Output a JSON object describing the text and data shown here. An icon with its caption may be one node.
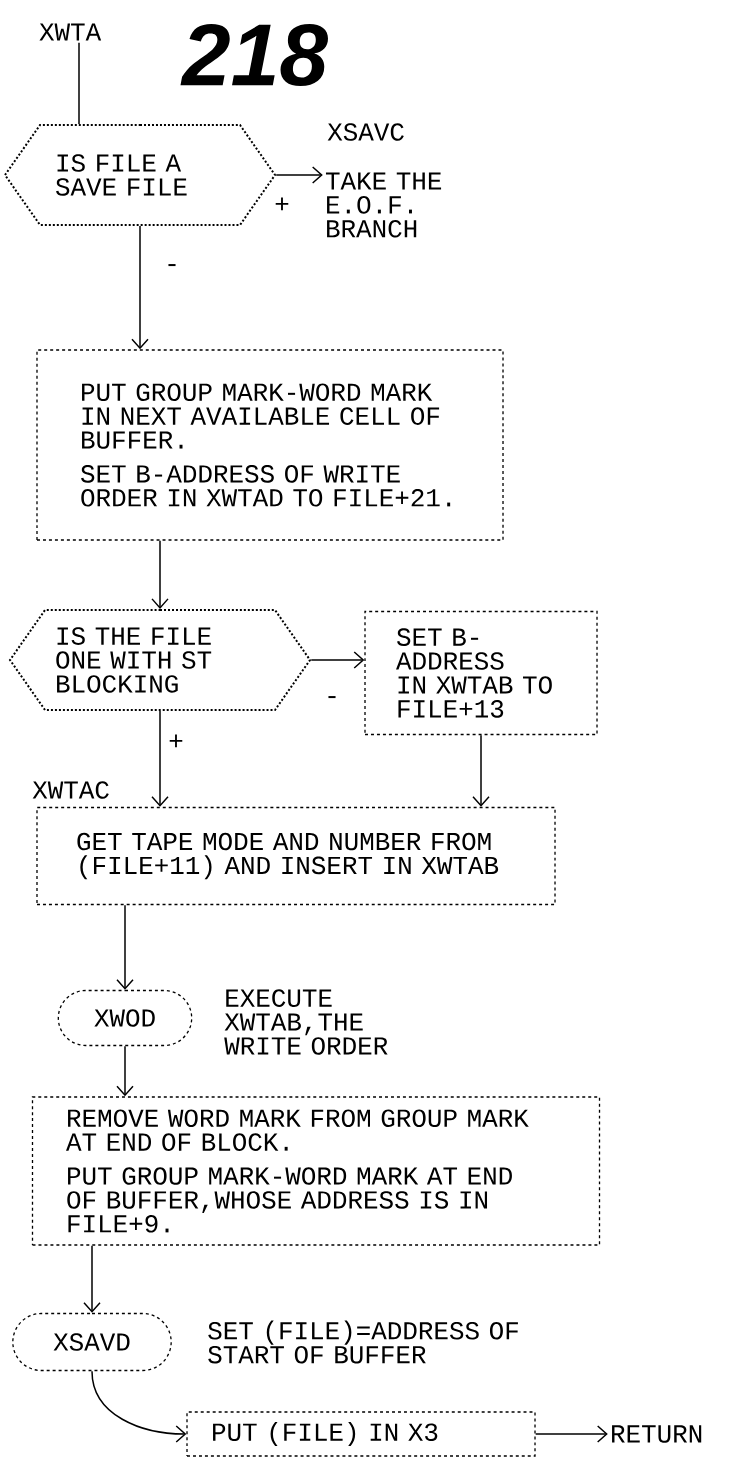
{
  "diagram": {
    "nodes": [
      {
        "text": [
          "XWTA"
        ]
      },
      {
        "text": [
          "IS FILE A SAVE FILE"
        ]
      },
      {
        "text": [
          "TAKE THE E.O.F. BRANCH"
        ]
      },
      {
        "text": [
          "PUT GROUP MARK-WORD MARK IN NEXT AVAILABLE CELL OF BUFFER.",
          "SET B-ADDRESS OF WRITE ORDER IN XWTAD TO FILE+21."
        ]
      },
      {
        "text": [
          "IS THE FILE ONE WITH ST BLOCKING"
        ]
      },
      {
        "text": [
          "SET B-ADDRESS IN XWTAB TO FILE+13"
        ]
      },
      {
        "text": [
          "GET TAPE MODE AND NUMBER FROM (FILE+11) AND INSERT IN XWTAB"
        ],
        "beside": [
          "XWTAC"
        ]
      },
      {
        "text": [
          "XWOD"
        ],
        "beside": [
          "EXECUTE XWTAB,THE WRITE ORDER"
        ]
      },
      {
        "text": [
          "REMOVE WORD MARK FROM GROUP MARK AT END OF BLOCK.",
          "PUT GROUP MARK-WORD MARK AT END OF BUFFER,WHOSE ADDRESS IS IN FILE+9."
        ]
      },
      {
        "text": [
          "XSAVD"
        ],
        "beside": [
          "SET (FILE)=ADDRESS OF START OF BUFFER"
        ]
      },
      {
        "text": [
          "PUT (FILE) IN X3"
        ]
      },
      {
        "text": [
          "RETURN"
        ]
      }
    ],
    "edges": [
      {
        "from": 0,
        "to": 1,
        "arrow": "none"
      },
      {
        "from": 1,
        "to": 2,
        "arrow": "to",
        "label": "+"
      },
      {
        "from": 1,
        "to": 3,
        "arrow": "to",
        "label": "-"
      },
      {
        "from": 3,
        "to": 4,
        "arrow": "to"
      },
      {
        "from": 4,
        "to": 5,
        "arrow": "to",
        "label": "-"
      },
      {
        "from": 4,
        "to": 6,
        "arrow": "to",
        "label": "+"
      },
      {
        "from": 5,
        "to": 6,
        "arrow": "to"
      },
      {
        "from": 6,
        "to": 7,
        "arrow": "to"
      },
      {
        "from": 7,
        "to": 8,
        "arrow": "to"
      },
      {
        "from": 8,
        "to": 9,
        "arrow": "to"
      },
      {
        "from": 9,
        "to": 10,
        "arrow": "to"
      },
      {
        "from": 10,
        "to": 11,
        "arrow": "to"
      }
    ],
    "labels": [
      "218",
      "XSAVC"
    ]
  }
}
